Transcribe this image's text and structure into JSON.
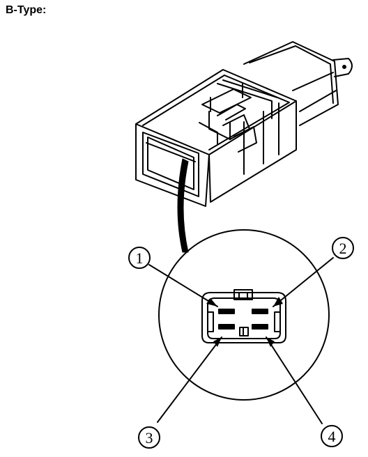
{
  "title": "B-Type:",
  "callouts": [
    {
      "id": "1",
      "label": "①"
    },
    {
      "id": "2",
      "label": "②"
    },
    {
      "id": "3",
      "label": "③"
    },
    {
      "id": "4",
      "label": "④"
    }
  ]
}
